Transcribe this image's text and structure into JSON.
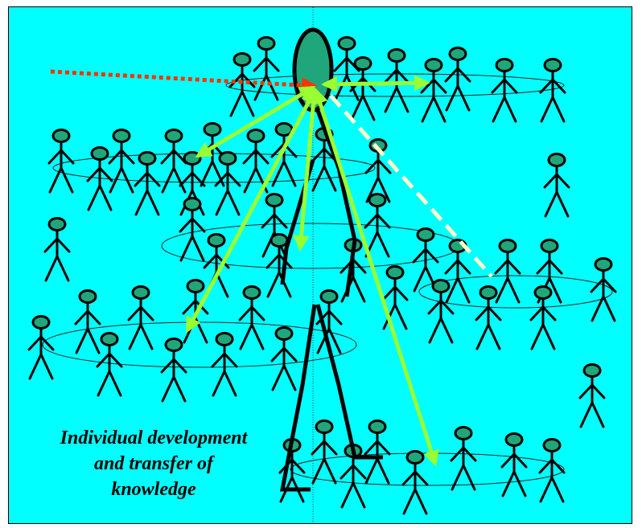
{
  "caption": {
    "lines": [
      "Individual development",
      "and transfer of",
      "knowledge"
    ]
  },
  "colors": {
    "background": "#00FFFF",
    "figure_head": "#1FA67A",
    "figure_body": "#000000",
    "arrow_knowledge": "#99FF33",
    "arrow_external": "#FF3300",
    "arrow_dashed": "#FFFFCC"
  }
}
